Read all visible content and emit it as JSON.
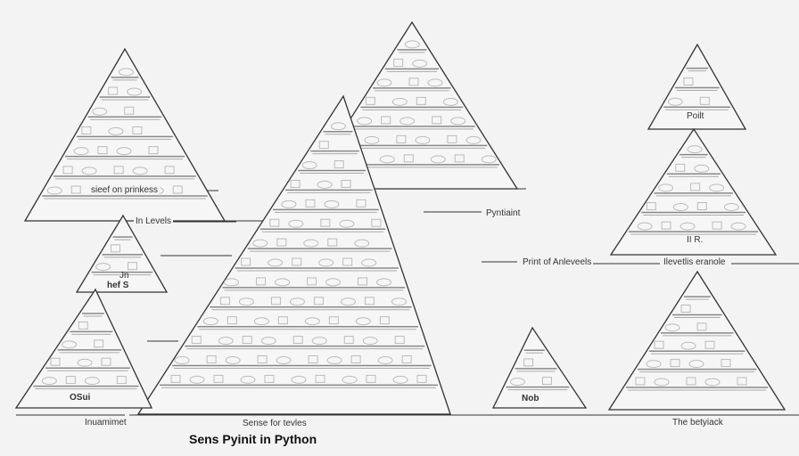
{
  "title": "Sens Pyinit in Python",
  "labels": {
    "sieef": "sieef on prinkess",
    "in_levels": "In Levels",
    "jn": "Jn",
    "hef": "hef S",
    "osui": "OSui",
    "inuamimet": "Inuamimet",
    "sense": "Sense for tevles",
    "pyntiaint": "Pyntiaint",
    "print_of": "Print of Anleveels",
    "ilevetlis": "Ilevetlis eranole",
    "poilt": "Poilt",
    "iir": "II R.",
    "nob": "Nob",
    "betyiack": "The betyiack"
  },
  "colors": {
    "background": "#f3f3f3",
    "line": "#333333",
    "band": "#888888",
    "fill": "#bbbbbb"
  }
}
